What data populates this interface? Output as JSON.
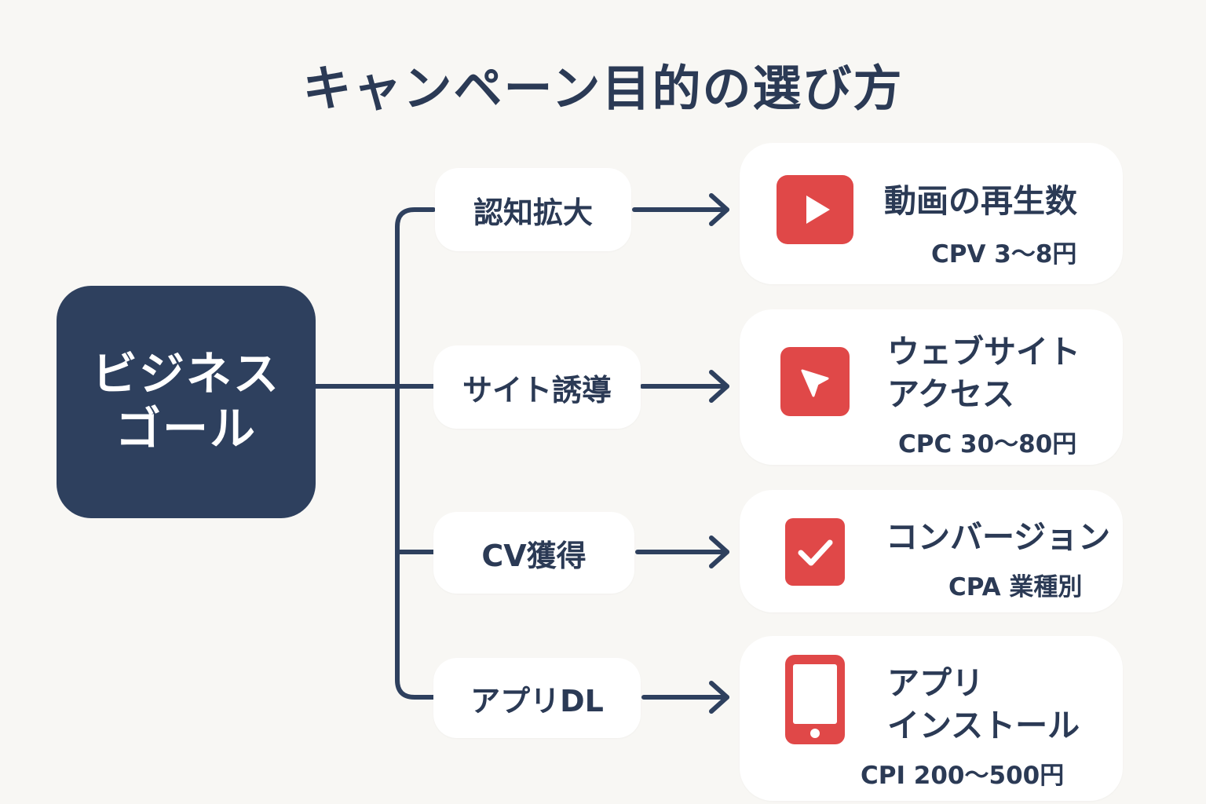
{
  "title": "キャンペーン目的の選び方",
  "goal": {
    "line1": "ビジネス",
    "line2": "ゴール"
  },
  "objectives": [
    {
      "label": "認知拡大",
      "icon": "play-icon",
      "result_line1": "動画の再生数",
      "result_line2": "",
      "metric": "CPV 3～8円"
    },
    {
      "label": "サイト誘導",
      "icon": "cursor-arrow-icon",
      "result_line1": "ウェブサイト",
      "result_line2": "アクセス",
      "metric": "CPC 30～80円"
    },
    {
      "label": "CV獲得",
      "icon": "checkmark-icon",
      "result_line1": "コンバージョン",
      "result_line2": "",
      "metric": "CPA 業種別"
    },
    {
      "label": "アプリDL",
      "icon": "smartphone-icon",
      "result_line1": "アプリ",
      "result_line2": "インストール",
      "metric": "CPI 200～500円"
    }
  ],
  "colors": {
    "navy": "#2e405e",
    "accent_red": "#e04848",
    "background": "#f8f7f4",
    "text": "#2b3a55"
  }
}
